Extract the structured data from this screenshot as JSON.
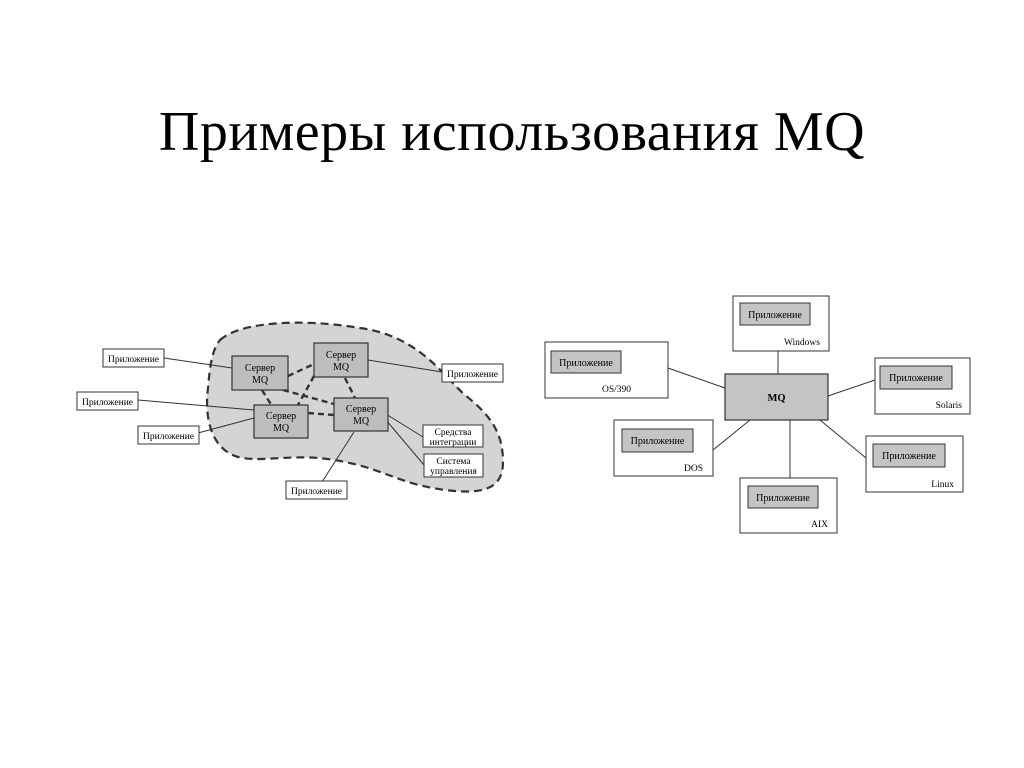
{
  "title": "Примеры использования MQ",
  "left_diagram": {
    "servers": [
      {
        "line1": "Сервер",
        "line2": "MQ"
      },
      {
        "line1": "Сервер",
        "line2": "MQ"
      },
      {
        "line1": "Сервер",
        "line2": "MQ"
      },
      {
        "line1": "Сервер",
        "line2": "MQ"
      }
    ],
    "apps": [
      {
        "label": "Приложение"
      },
      {
        "label": "Приложение"
      },
      {
        "label": "Приложение"
      },
      {
        "label": "Приложение"
      },
      {
        "label": "Приложение"
      }
    ],
    "integration": {
      "line1": "Средства",
      "line2": "интеграции"
    },
    "management": {
      "line1": "Система",
      "line2": "управления"
    }
  },
  "right_diagram": {
    "center": "MQ",
    "nodes": [
      {
        "app": "Приложение",
        "platform": "Windows"
      },
      {
        "app": "Приложение",
        "platform": "OS/390"
      },
      {
        "app": "Приложение",
        "platform": "Solaris"
      },
      {
        "app": "Приложение",
        "platform": "DOS"
      },
      {
        "app": "Приложение",
        "platform": "Linux"
      },
      {
        "app": "Приложение",
        "platform": "AIX"
      }
    ]
  },
  "colors": {
    "cloud_fill": "#d4d4d4",
    "server_fill": "#bdbdbd",
    "box_fill": "#c4c4c4",
    "stroke": "#333333"
  }
}
